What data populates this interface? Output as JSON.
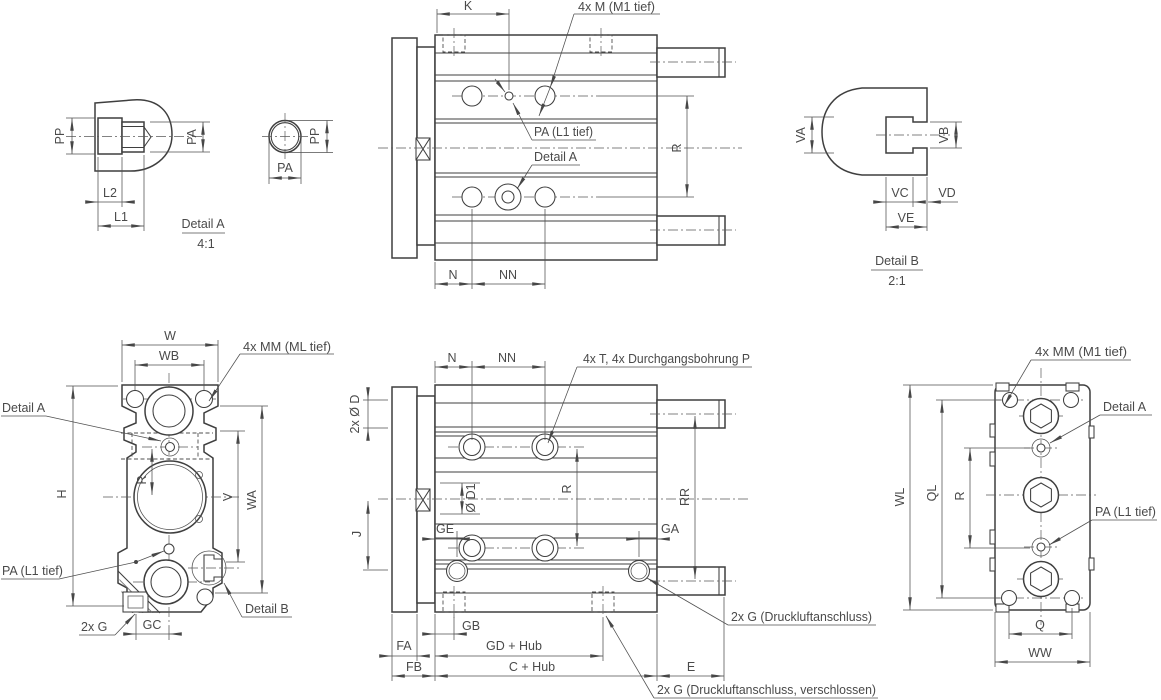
{
  "drawing": {
    "background": "#ffffff",
    "line_color": "#3f3f3f",
    "text_color": "#4a4a4a",
    "detail_a_view": {
      "pp": "PP",
      "pa": "PA",
      "l2": "L2",
      "l1": "L1",
      "title": "Detail A",
      "scale": "4:1"
    },
    "rod_section_view": {
      "pp": "PP",
      "pa": "PA"
    },
    "top_view": {
      "k": "K",
      "thread_callout": "4x M (M1 tief)",
      "pa_callout": "PA (L1 tief)",
      "detail_a_callout": "Detail A",
      "r": "R",
      "n": "N",
      "nn": "NN"
    },
    "detail_b_view": {
      "va": "VA",
      "vb": "VB",
      "vc": "VC",
      "vd": "VD",
      "ve": "VE",
      "title": "Detail B",
      "scale": "2:1"
    },
    "front_view": {
      "w": "W",
      "wb": "WB",
      "mm_callout": "4x MM (ML tief)",
      "detail_a_callout": "Detail A",
      "h": "H",
      "r": "R",
      "v": "V",
      "wa": "WA",
      "pa_callout": "PA (L1 tief)",
      "g_callout": "2x G",
      "gc": "GC",
      "detail_b_callout": "Detail B"
    },
    "bottom_view": {
      "n": "N",
      "nn": "NN",
      "t_callout": "4x T, 4x Durchgangsbohrung P",
      "d_callout": "2x Ø D",
      "d1_callout": "Ø D1",
      "j": "J",
      "ge": "GE",
      "ga": "GA",
      "r": "R",
      "rr": "RR",
      "fa": "FA",
      "fb": "FB",
      "gb": "GB",
      "gd_hub": "GD + Hub",
      "c_hub": "C + Hub",
      "e": "E",
      "g_open_callout": "2x G (Druckluftanschluss)",
      "g_closed_callout": "2x G (Druckluftanschluss, verschlossen)"
    },
    "side_view": {
      "mm_callout": "4x MM (M1 tief)",
      "detail_a_callout": "Detail A",
      "wl": "WL",
      "ql": "QL",
      "r": "R",
      "pa_callout": "PA (L1 tief)",
      "q": "Q",
      "ww": "WW"
    }
  }
}
